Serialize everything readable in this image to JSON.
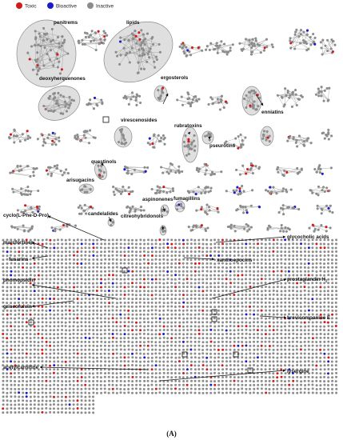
{
  "legend": {
    "items": [
      {
        "label": "Toxic",
        "color": "#d11a1a"
      },
      {
        "label": "Bioactive",
        "color": "#1a1ad1"
      },
      {
        "label": "Inactive",
        "color": "#8c8c8c"
      }
    ]
  },
  "labels": {
    "penitrems": "penitrems",
    "lipids": "lipids",
    "deoxyherquenones": "deoxyherquenones",
    "ergosterols": "ergosterols",
    "virescenosides": "virescenosides",
    "enniatins": "enniatins",
    "rubratoxins": "rubratoxins",
    "pseurotins": "pseurotins",
    "questinols": "questinols",
    "arisugacins": "arisugacins",
    "aspinonenes": "aspinonenes",
    "fumagillins": "fumagillins",
    "candelalides": "candelalides",
    "citreohybridonols": "citreohybridonols",
    "cyclo_phe_pro": "cyclo(L-Phe-D-Pro)",
    "glycocholic_acids": "glycocholic acids",
    "marcfortines": "marcfortines",
    "fusarins": "fusarins",
    "xanthoepocins": "xanthoepocins",
    "phomopsidin": "phomopsidin",
    "prostaglandin_text": "prostaglandin H",
    "prostaglandin_sub": "2",
    "griseofulvin": "griseofulvin",
    "brevicompanine": "brevicompanine E",
    "acetylcarnitine": "acetylcarnitine",
    "lysergine": "lysergine"
  },
  "caption": "(A)",
  "colors": {
    "node_inactive": "#8c8c8c",
    "node_toxic": "#d11a1a",
    "node_bioactive": "#1a1ad1",
    "cluster_fill": "#d9d9d9",
    "cluster_stroke": "#8c8c8c",
    "edge": "#9a9a9a"
  }
}
